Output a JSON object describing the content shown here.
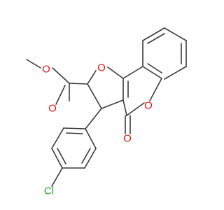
{
  "molecule": {
    "atoms": {
      "O_ester": {
        "symbol": "O",
        "color": "#e8120f"
      },
      "O_carbonyl": {
        "symbol": "O",
        "color": "#e8120f"
      },
      "O_furan": {
        "symbol": "O",
        "color": "#e8120f"
      },
      "O_pyranone": {
        "symbol": "O",
        "color": "#e8120f"
      },
      "O_lactone_carbonyl": {
        "symbol": "O",
        "color": "#e8120f"
      },
      "Cl": {
        "symbol": "Cl",
        "color": "#1fa21f"
      }
    },
    "bond_color": "#3a3a3a"
  }
}
